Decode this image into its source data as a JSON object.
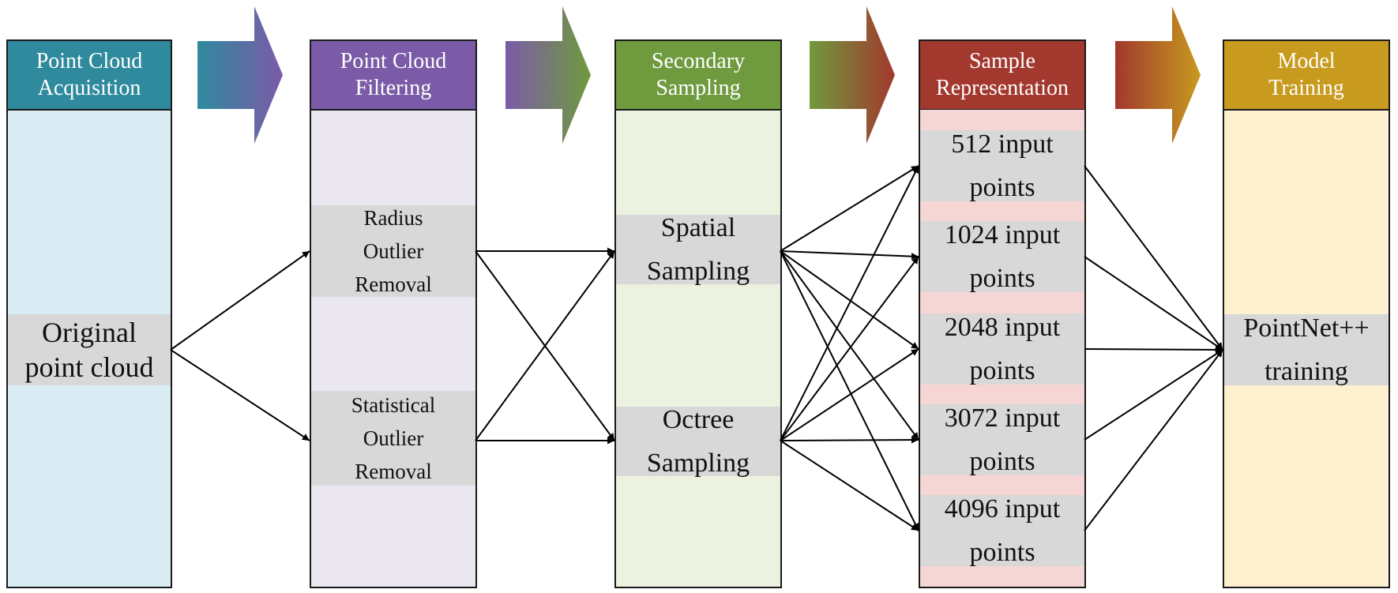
{
  "stages": [
    {
      "id": "acquisition",
      "title": "Point Cloud\nAcquisition",
      "header_color": "#2f8a9e",
      "body_color": "#daedf5"
    },
    {
      "id": "filtering",
      "title": "Point Cloud\nFiltering",
      "header_color": "#7b5ba8",
      "body_color": "#ebe7f0"
    },
    {
      "id": "sampling",
      "title": "Secondary\nSampling",
      "header_color": "#6f9a3e",
      "body_color": "#ebf2df"
    },
    {
      "id": "representation",
      "title": "Sample\nRepresentation",
      "header_color": "#a2382e",
      "body_color": "#f6d6d4"
    },
    {
      "id": "training",
      "title": "Model\nTraining",
      "header_color": "#c89a1e",
      "body_color": "#fdf1cf"
    }
  ],
  "nodes": {
    "original": "Original\npoint cloud",
    "radius": "Radius\nOutlier\nRemoval",
    "statistical": "Statistical\nOutlier\nRemoval",
    "spatial": "Spatial\nSampling",
    "octree": "Octree\nSampling",
    "p512": "512 input\npoints",
    "p1024": "1024 input\npoints",
    "p2048": "2048 input\npoints",
    "p3072": "3072 input\npoints",
    "p4096": "4096 input\npoints",
    "pointnet": "PointNet++\ntraining"
  }
}
